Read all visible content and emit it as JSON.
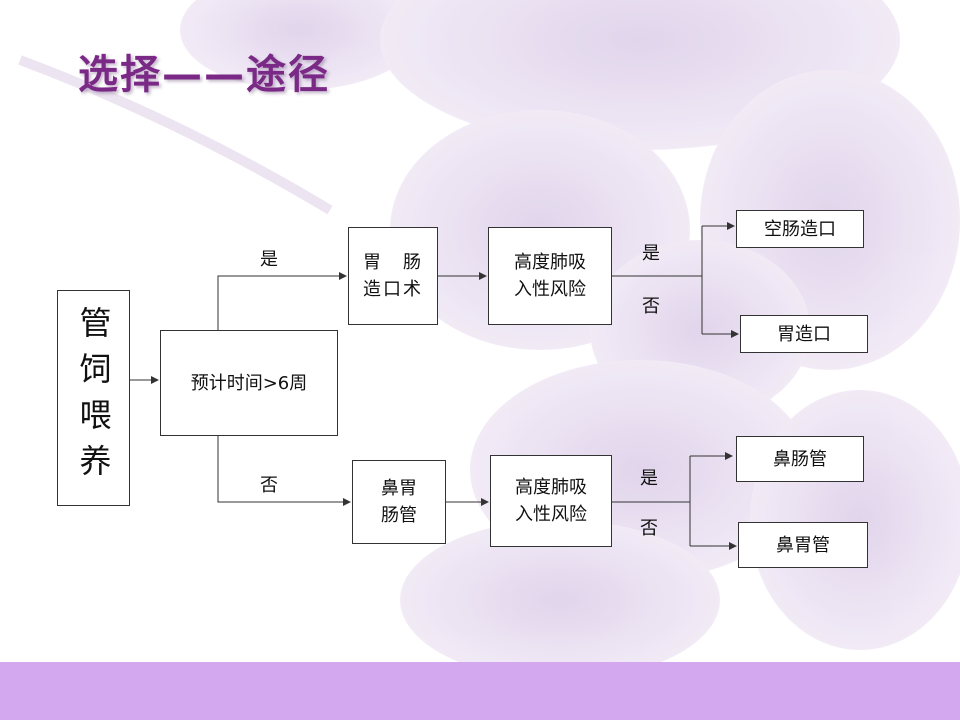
{
  "slide": {
    "title": "选择——途径"
  },
  "diagram": {
    "root": "管饲喂养",
    "decision": "预计时间>6周",
    "yes_branch_label": "是",
    "no_branch_label": "否",
    "upper": {
      "method": "胃　肠\n造口术",
      "risk": "高度肺吸\n入性风险",
      "yes_label": "是",
      "no_label": "否",
      "yes_result": "空肠造口",
      "no_result": "胃造口"
    },
    "lower": {
      "method": "鼻胃\n肠管",
      "risk": "高度肺吸\n入性风险",
      "yes_label": "是",
      "no_label": "否",
      "yes_result": "鼻肠管",
      "no_result": "鼻胃管"
    }
  },
  "colors": {
    "title": "#7a2a86",
    "footer_band": "#d3a8ef",
    "petal": "#e7dcef"
  }
}
